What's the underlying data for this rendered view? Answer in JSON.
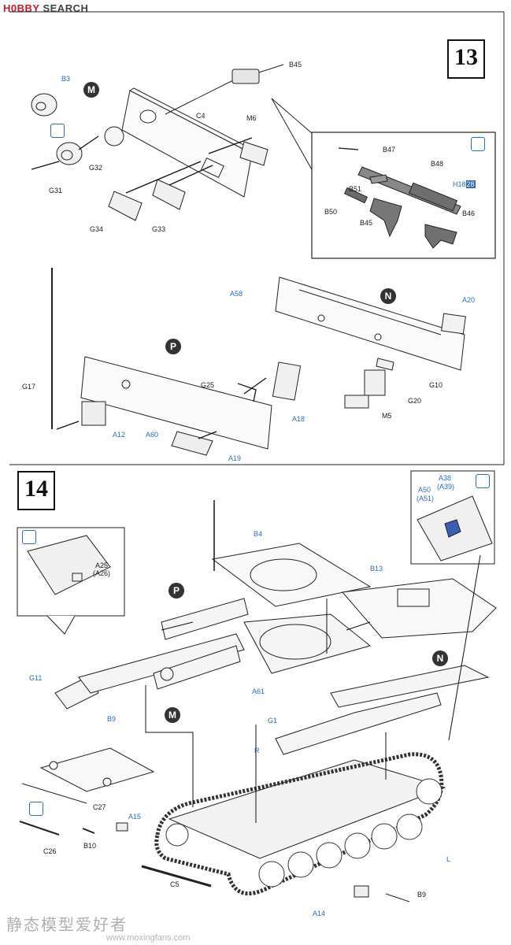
{
  "header": {
    "logo_hobby": "H0BBY",
    "logo_search": "SEARCH"
  },
  "steps": {
    "step13": "13",
    "step14": "14"
  },
  "sub_markers": {
    "m1": "M",
    "n1": "N",
    "p1": "P",
    "p2": "P",
    "n2": "N",
    "m2": "M"
  },
  "labels_step13": {
    "b3": "B3",
    "b45_top": "B45",
    "c4": "C4",
    "m6": "M6",
    "g31": "G31",
    "g32": "G32",
    "g34": "G34",
    "g33": "G33",
    "b47": "B47",
    "b48": "B48",
    "h18": "H18",
    "h18_num": "28",
    "b51": "B51",
    "b50": "B50",
    "b45_inset": "B45",
    "b46": "B46",
    "a58": "A58",
    "a20": "A20",
    "g17": "G17",
    "g25": "G25",
    "g10": "G10",
    "g20": "G20",
    "m5": "M5",
    "a18": "A18",
    "a12": "A12",
    "a60": "A60",
    "a19": "A19"
  },
  "labels_step14": {
    "a25": "A25",
    "a26": "(A26)",
    "a38": "A38",
    "a39": "(A39)",
    "a50": "A50",
    "a51": "(A51)",
    "b4": "B4",
    "b13": "B13",
    "g11": "G11",
    "a61": "A61",
    "g1": "G1",
    "b9_top": "B9",
    "r": "R",
    "c27": "C27",
    "c26": "C26",
    "b10": "B10",
    "a15": "A15",
    "c5": "C5",
    "l": "L",
    "b9_bottom": "B9",
    "a14": "A14"
  },
  "watermark": {
    "site_cn": "静态模型爱好者",
    "site_url": "www.moxingfans.com"
  }
}
